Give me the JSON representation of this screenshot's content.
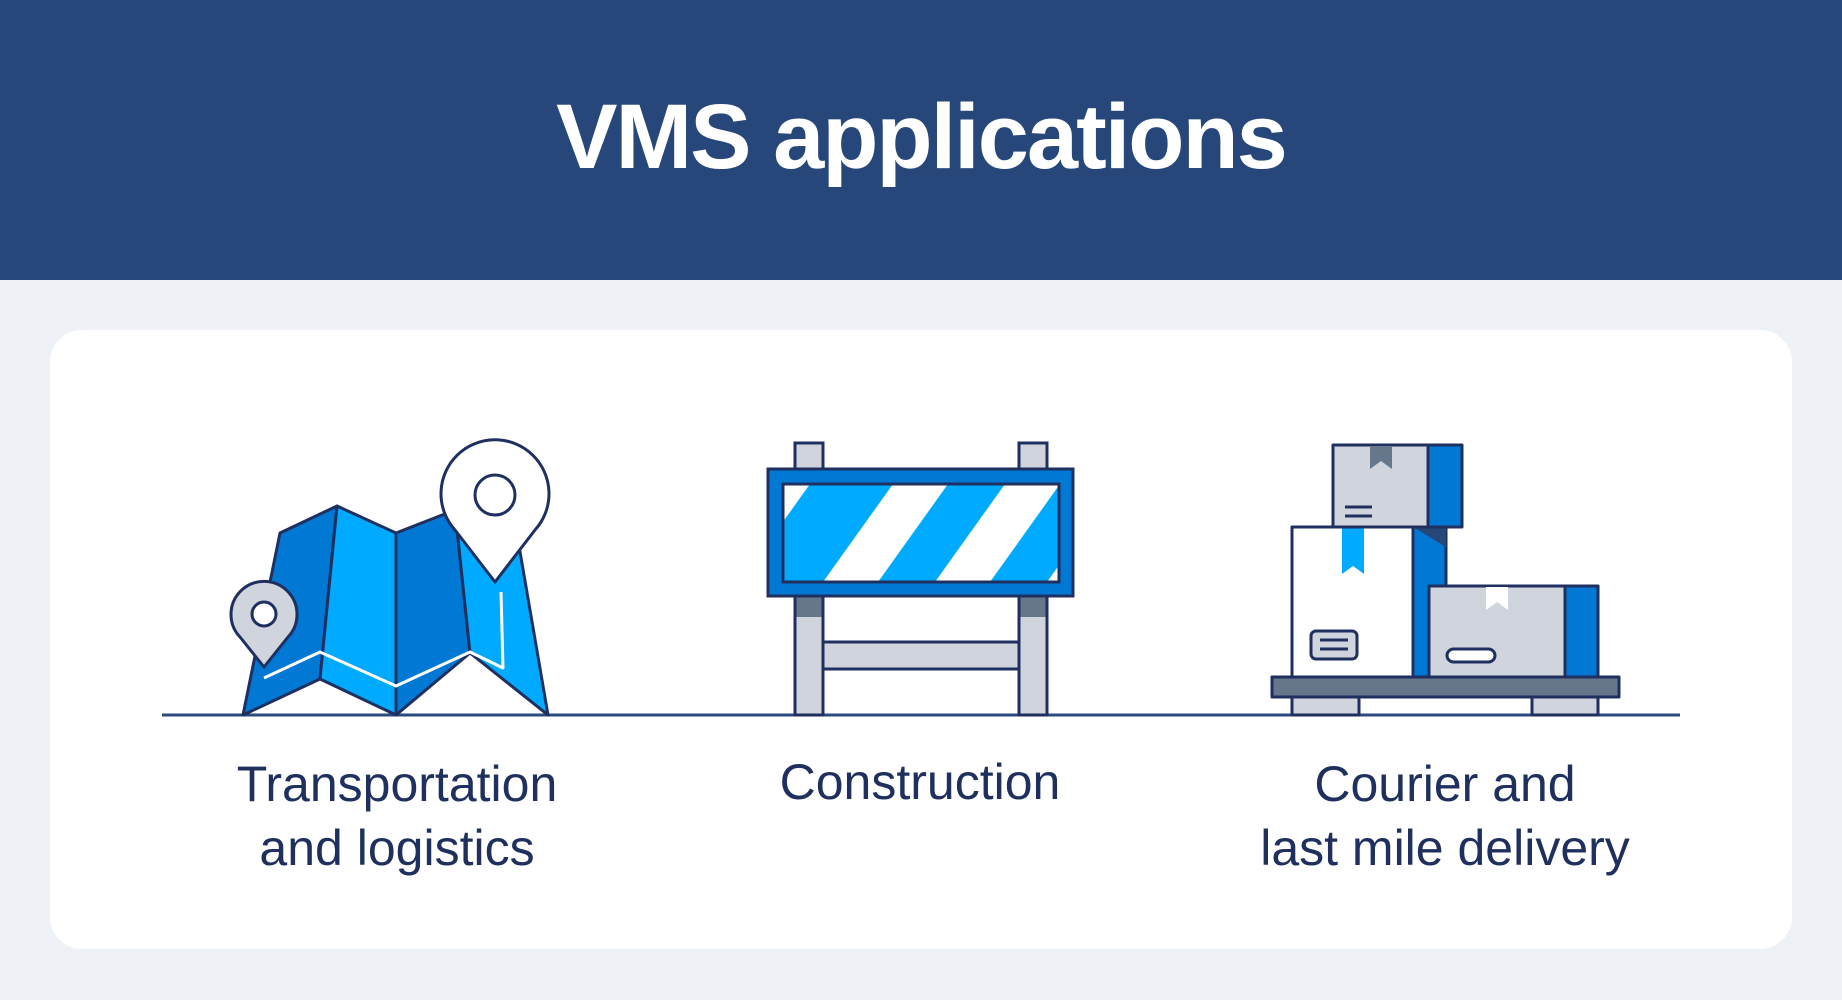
{
  "header": {
    "title": "VMS applications",
    "background_color": "#27477b",
    "text_color": "#ffffff"
  },
  "page": {
    "background_color": "#eef2f7",
    "card_color": "#ffffff"
  },
  "colors": {
    "outline": "#1f3060",
    "dark_blue": "#0078d4",
    "light_blue": "#00aaff",
    "gray": "#d0d5dd",
    "slate": "#66778c",
    "label_text": "#20305e"
  },
  "applications": [
    {
      "icon": "folded-map-with-location-pins-icon",
      "label_lines": [
        "Transportation",
        "and logistics"
      ]
    },
    {
      "icon": "construction-barrier-icon",
      "label_lines": [
        "Construction"
      ]
    },
    {
      "icon": "stacked-boxes-on-pallet-icon",
      "label_lines": [
        "Courier and",
        "last mile delivery"
      ]
    }
  ]
}
